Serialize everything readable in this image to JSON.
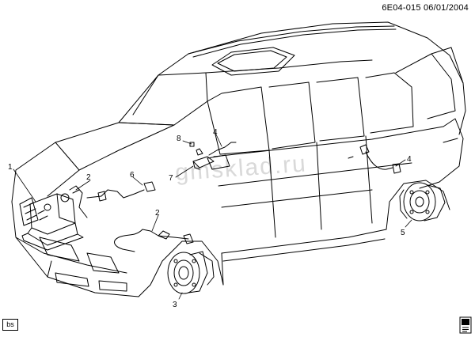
{
  "document_code": "6E04-015",
  "document_date": "06/01/2004",
  "watermark": "gmsklad.ru",
  "corner_tag": "bs",
  "callouts": [
    {
      "id": "c1",
      "label": "1"
    },
    {
      "id": "c2a",
      "label": "2"
    },
    {
      "id": "c2b",
      "label": "2"
    },
    {
      "id": "c3",
      "label": "3"
    },
    {
      "id": "c4a",
      "label": "4"
    },
    {
      "id": "c4b",
      "label": "4"
    },
    {
      "id": "c5",
      "label": "5"
    },
    {
      "id": "c6",
      "label": "6"
    },
    {
      "id": "c7",
      "label": "7"
    },
    {
      "id": "c8",
      "label": "8"
    }
  ],
  "icons": {
    "bottom_right": "book-icon",
    "bottom_left": "bs-tag"
  },
  "colors": {
    "line": "#000000",
    "watermark": "#d9d9d9",
    "background": "#ffffff"
  }
}
